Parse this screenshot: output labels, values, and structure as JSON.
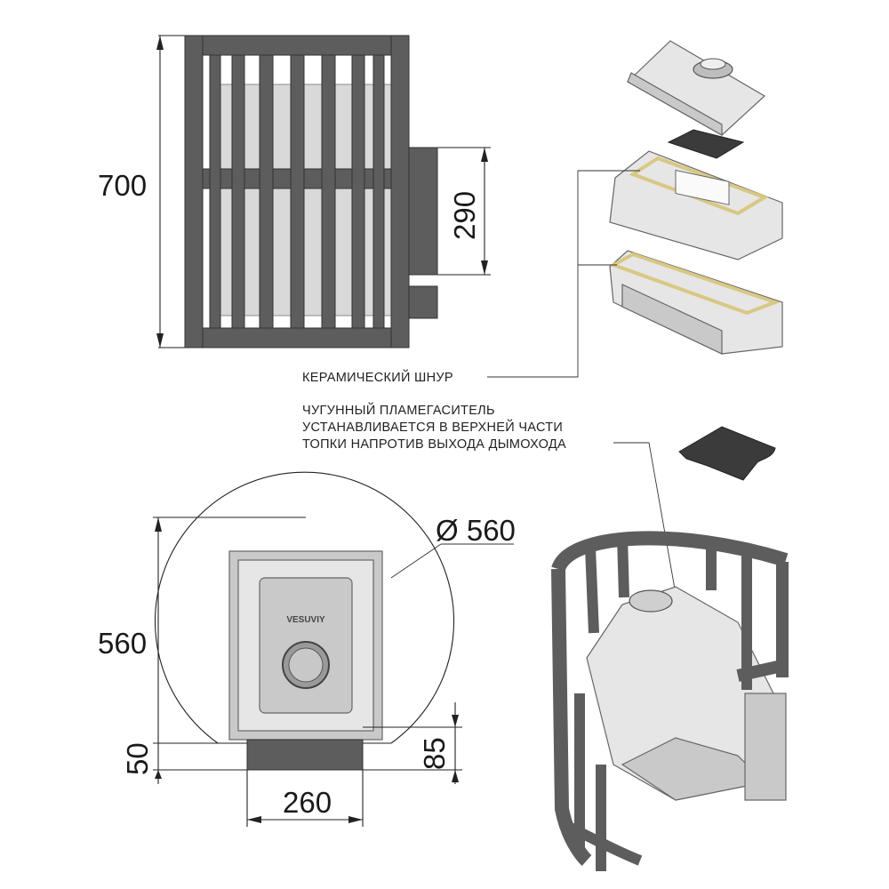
{
  "dimensions": {
    "height": "700",
    "chimney_height": "290",
    "width": "560",
    "diameter": "Ø 560",
    "base_offset": "50",
    "tunnel_height": "85",
    "tunnel_width": "260"
  },
  "labels": {
    "ceramic_cord": "КЕРАМИЧЕСКИЙ ШНУР",
    "flame_arrester_line1": "ЧУГУННЫЙ ПЛАМЕГАСИТЕЛЬ",
    "flame_arrester_line2": "УСТАНАВЛИВАЕТСЯ В ВЕРХНЕЙ ЧАСТИ",
    "flame_arrester_line3": "ТОПКИ НАПРОТИВ ВЫХОДА ДЫМОХОДА"
  },
  "door_logo": "VESUVIY",
  "colors": {
    "grille": "#5d5d5d",
    "steel": "#e6e6e6",
    "ceramic_cord": "#d8c882",
    "dark_part": "#3b3b3b"
  }
}
